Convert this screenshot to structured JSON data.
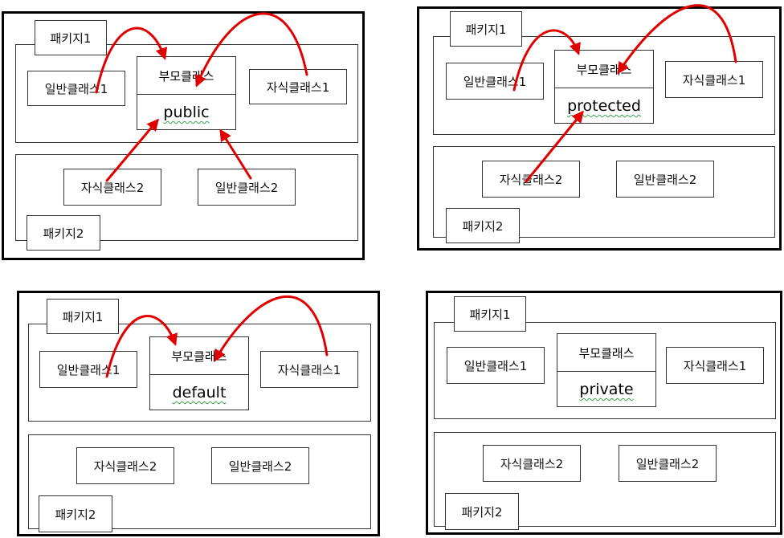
{
  "colors": {
    "arrow": "#e00000",
    "border": "#000000"
  },
  "panels": [
    {
      "package1_label": "패키지1",
      "package2_label": "패키지2",
      "general_class1": "일반클래스1",
      "parent_class": "부모클래스",
      "child_class1": "자식클래스1",
      "modifier": "public",
      "child_class2": "자식클래스2",
      "general_class2": "일반클래스2"
    },
    {
      "package1_label": "패키지1",
      "package2_label": "패키지2",
      "general_class1": "일반클래스1",
      "parent_class": "부모클래스",
      "child_class1": "자식클래스1",
      "modifier": "protected",
      "child_class2": "자식클래스2",
      "general_class2": "일반클래스2"
    },
    {
      "package1_label": "패키지1",
      "package2_label": "패키지2",
      "general_class1": "일반클래스1",
      "parent_class": "부모클래스",
      "child_class1": "자식클래스1",
      "modifier": "default",
      "child_class2": "자식클래스2",
      "general_class2": "일반클래스2"
    },
    {
      "package1_label": "패키지1",
      "package2_label": "패키지2",
      "general_class1": "일반클래스1",
      "parent_class": "부모클래스",
      "child_class1": "자식클래스1",
      "modifier": "private",
      "child_class2": "자식클래스2",
      "general_class2": "일반클래스2"
    }
  ]
}
